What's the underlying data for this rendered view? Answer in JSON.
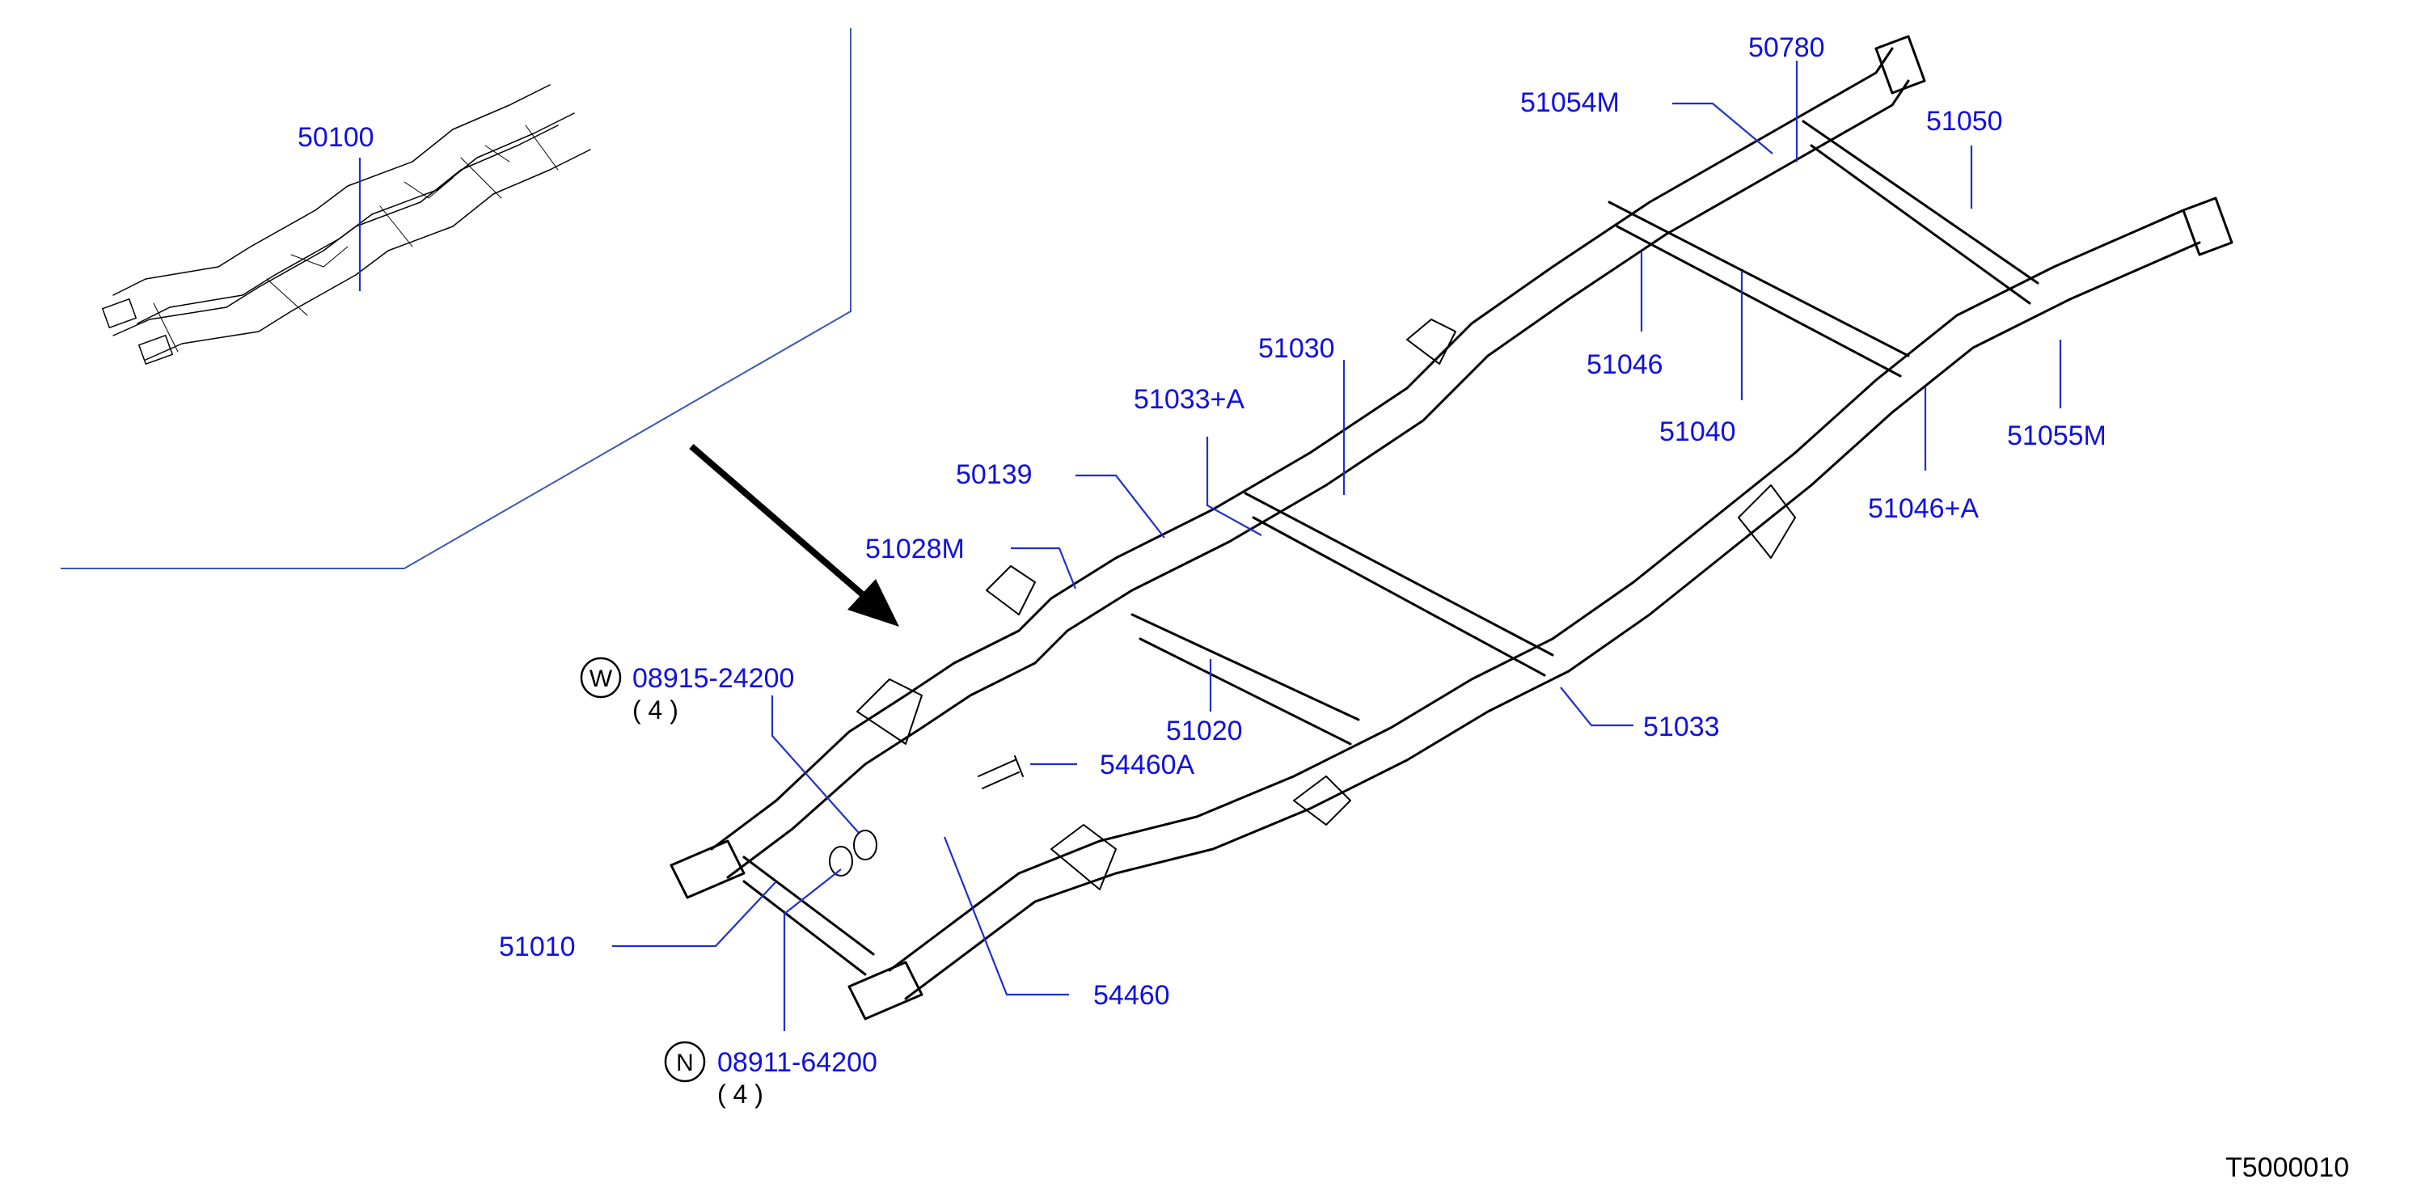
{
  "diagram_code": "T5000010",
  "colors": {
    "label": "#1010e0",
    "leader": "#1f2fd0",
    "linework": "#000000",
    "divider": "#3a56b8"
  },
  "parts": {
    "p50100": "50100",
    "p50780": "50780",
    "p51054m": "51054M",
    "p51050": "51050",
    "p51030": "51030",
    "p51046": "51046",
    "p51033a": "51033+A",
    "p51040": "51040",
    "p51055m": "51055M",
    "p50139": "50139",
    "p51046a": "51046+A",
    "p51028m": "51028M",
    "p51020": "51020",
    "p51033": "51033",
    "p54460a": "54460A",
    "p51010": "51010",
    "p54460": "54460"
  },
  "fasteners": {
    "washer": {
      "badge": "W",
      "part": "08915-24200",
      "qty": "( 4 )"
    },
    "nut": {
      "badge": "N",
      "part": "08911-64200",
      "qty": "( 4 )"
    }
  }
}
